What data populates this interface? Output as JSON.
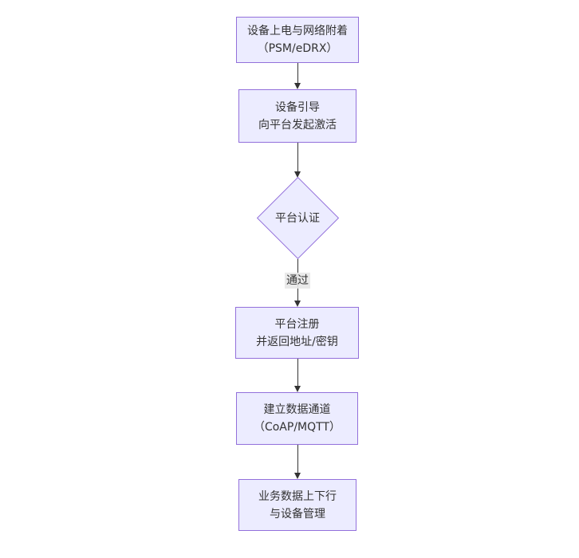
{
  "diagram": {
    "type": "flowchart",
    "direction": "top-down",
    "colors": {
      "node_fill": "#ECECFF",
      "node_border": "#9370DB",
      "arrow": "#333333",
      "text": "#333333",
      "edge_label_bg": "#e8e8e8",
      "background": "#ffffff"
    },
    "nodes": [
      {
        "id": "A",
        "shape": "rect",
        "lines": [
          "设备上电与网络附着",
          "（PSM/eDRX）"
        ]
      },
      {
        "id": "B",
        "shape": "rect",
        "lines": [
          "设备引导",
          "向平台发起激活"
        ]
      },
      {
        "id": "C",
        "shape": "diamond",
        "lines": [
          "平台认证"
        ]
      },
      {
        "id": "D",
        "shape": "rect",
        "lines": [
          "平台注册",
          "并返回地址/密钥"
        ]
      },
      {
        "id": "E",
        "shape": "rect",
        "lines": [
          "建立数据通道",
          "（CoAP/MQTT）"
        ]
      },
      {
        "id": "F",
        "shape": "rect",
        "lines": [
          "业务数据上下行",
          "与设备管理"
        ]
      }
    ],
    "edges": [
      {
        "from": "A",
        "to": "B",
        "label": ""
      },
      {
        "from": "B",
        "to": "C",
        "label": ""
      },
      {
        "from": "C",
        "to": "D",
        "label": "通过"
      },
      {
        "from": "D",
        "to": "E",
        "label": ""
      },
      {
        "from": "E",
        "to": "F",
        "label": ""
      }
    ]
  }
}
